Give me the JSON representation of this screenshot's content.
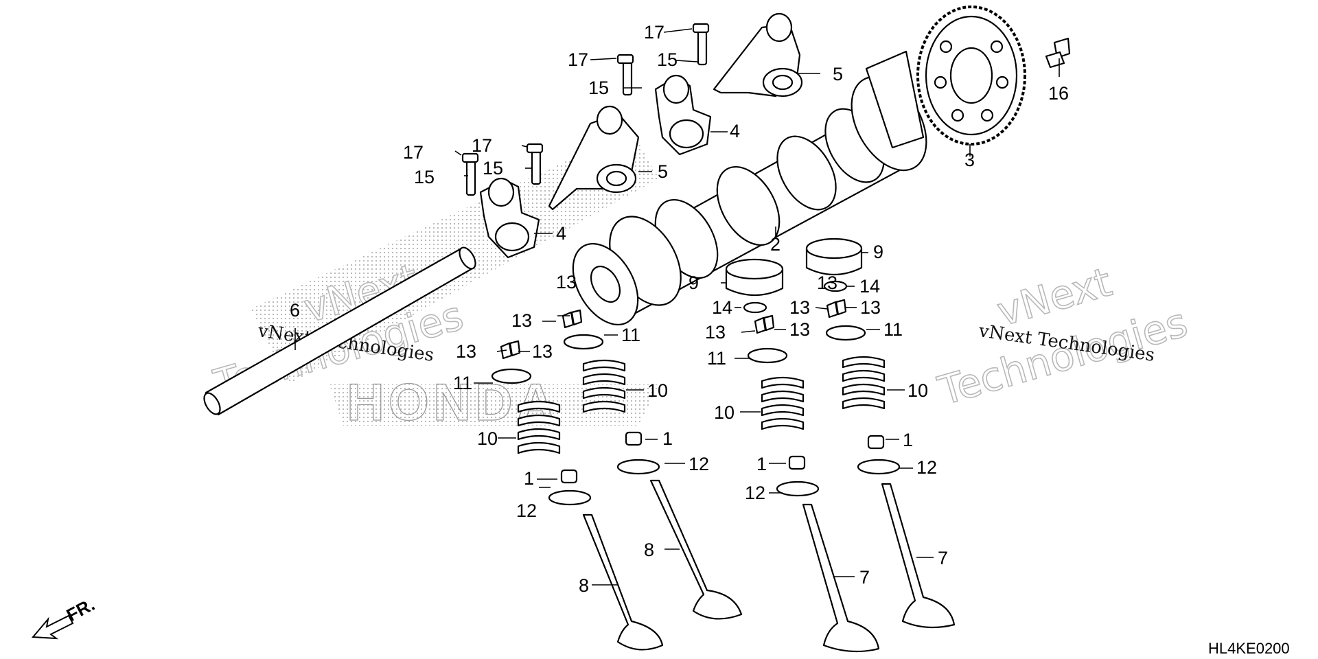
{
  "diagram_code": "HL4KE0200",
  "front_marker": "FR.",
  "watermark": {
    "brand": "HONDA",
    "company_line1": "vNext",
    "company_line2": "Technologies",
    "company_full": "vNext Technologies"
  },
  "callouts": [
    {
      "id": "c1",
      "text": "17"
    },
    {
      "id": "c2",
      "text": "15"
    },
    {
      "id": "c3",
      "text": "5"
    },
    {
      "id": "c4",
      "text": "17"
    },
    {
      "id": "c5",
      "text": "15"
    },
    {
      "id": "c6",
      "text": "4"
    },
    {
      "id": "c7",
      "text": "16"
    },
    {
      "id": "c8",
      "text": "3"
    },
    {
      "id": "c9",
      "text": "17"
    },
    {
      "id": "c10",
      "text": "15"
    },
    {
      "id": "c11",
      "text": "17"
    },
    {
      "id": "c12",
      "text": "15"
    },
    {
      "id": "c13",
      "text": "5"
    },
    {
      "id": "c14",
      "text": "4"
    },
    {
      "id": "c15",
      "text": "2"
    },
    {
      "id": "c16",
      "text": "6"
    },
    {
      "id": "c17",
      "text": "9"
    },
    {
      "id": "c18",
      "text": "9"
    },
    {
      "id": "c19",
      "text": "14"
    },
    {
      "id": "c20",
      "text": "14"
    },
    {
      "id": "c21",
      "text": "13"
    },
    {
      "id": "c22",
      "text": "13"
    },
    {
      "id": "c23",
      "text": "13"
    },
    {
      "id": "c24",
      "text": "13"
    },
    {
      "id": "c25",
      "text": "13"
    },
    {
      "id": "c26",
      "text": "13"
    },
    {
      "id": "c27",
      "text": "13"
    },
    {
      "id": "c28",
      "text": "11"
    },
    {
      "id": "c29",
      "text": "11"
    },
    {
      "id": "c30",
      "text": "11"
    },
    {
      "id": "c31",
      "text": "11"
    },
    {
      "id": "c32",
      "text": "10"
    },
    {
      "id": "c33",
      "text": "10"
    },
    {
      "id": "c34",
      "text": "10"
    },
    {
      "id": "c35",
      "text": "10"
    },
    {
      "id": "c36",
      "text": "1"
    },
    {
      "id": "c37",
      "text": "1"
    },
    {
      "id": "c38",
      "text": "1"
    },
    {
      "id": "c39",
      "text": "1"
    },
    {
      "id": "c40",
      "text": "12"
    },
    {
      "id": "c41",
      "text": "12"
    },
    {
      "id": "c42",
      "text": "12"
    },
    {
      "id": "c43",
      "text": "12"
    },
    {
      "id": "c44",
      "text": "8"
    },
    {
      "id": "c45",
      "text": "8"
    },
    {
      "id": "c46",
      "text": "7"
    },
    {
      "id": "c47",
      "text": "7"
    },
    {
      "id": "c48",
      "text": "13"
    },
    {
      "id": "c49",
      "text": "13"
    }
  ]
}
